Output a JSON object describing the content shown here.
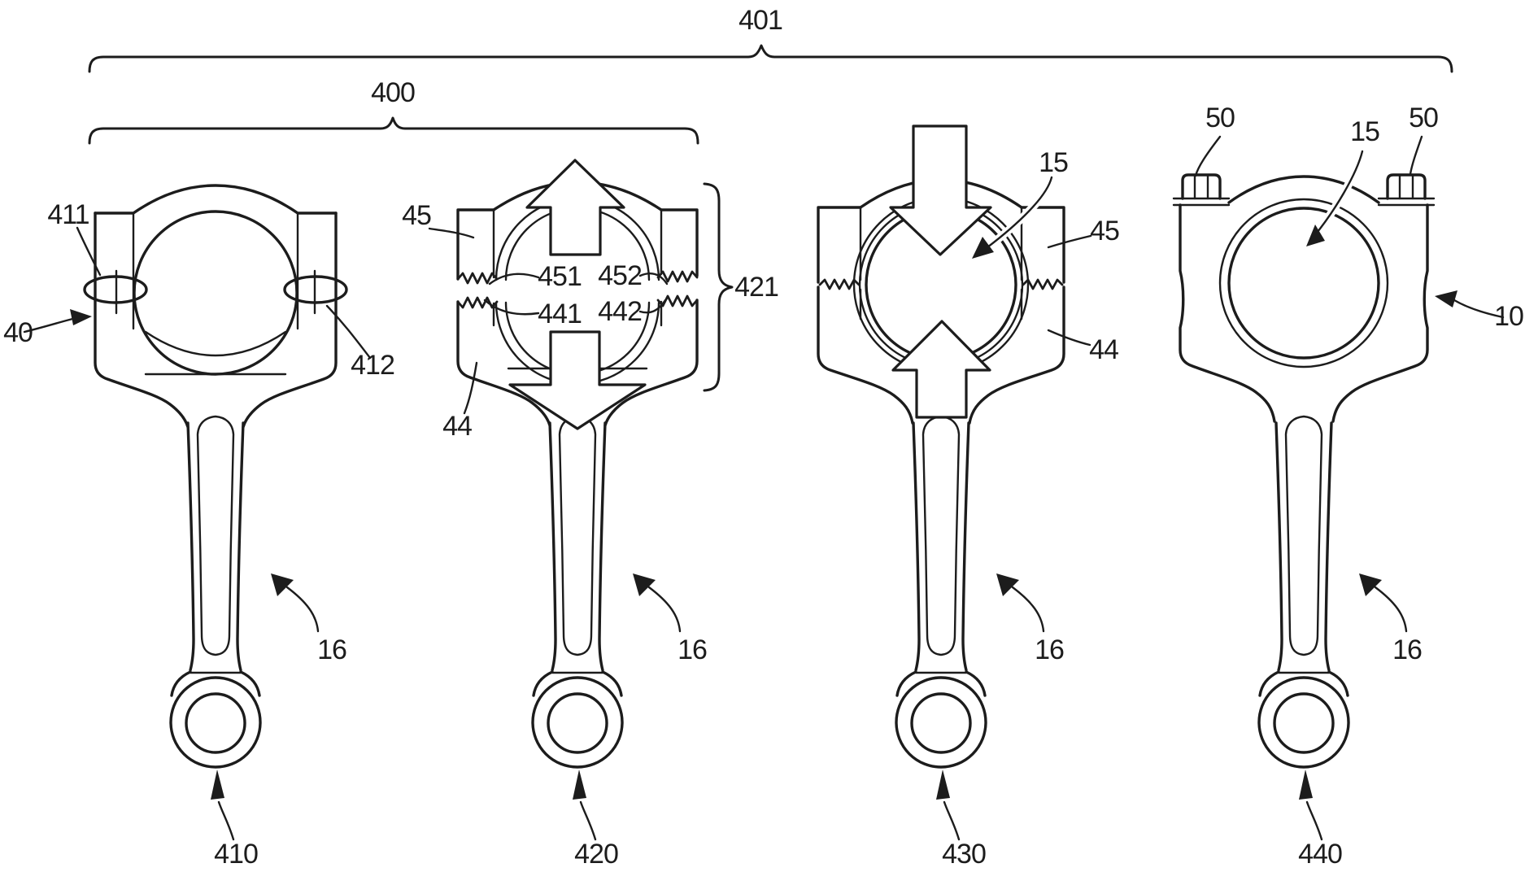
{
  "colors": {
    "ink": "#1c1c1c",
    "background": "#ffffff"
  },
  "labels": {
    "l401": "401",
    "l400": "400",
    "l411": "411",
    "l40": "40",
    "l412": "412",
    "l16a": "16",
    "l410": "410",
    "l45a": "45",
    "l451": "451",
    "l452": "452",
    "l441": "441",
    "l442": "442",
    "l421": "421",
    "l44a": "44",
    "l16b": "16",
    "l420": "420",
    "l15a": "15",
    "l45b": "45",
    "l44b": "44",
    "l16c": "16",
    "l430": "430",
    "l50a": "50",
    "l15b": "15",
    "l50b": "50",
    "l10": "10",
    "l16d": "16",
    "l440": "440"
  },
  "views": [
    {
      "reference": "410",
      "callouts": [
        "411",
        "412",
        "40",
        "16"
      ]
    },
    {
      "reference": "420",
      "callouts": [
        "45",
        "451",
        "441",
        "452",
        "442",
        "421",
        "44",
        "16"
      ]
    },
    {
      "reference": "430",
      "callouts": [
        "15",
        "45",
        "44",
        "16"
      ]
    },
    {
      "reference": "440",
      "callouts": [
        "50",
        "15",
        "50",
        "10",
        "16"
      ]
    }
  ],
  "groups": {
    "overall_brace": "401",
    "sub_brace": "400"
  }
}
